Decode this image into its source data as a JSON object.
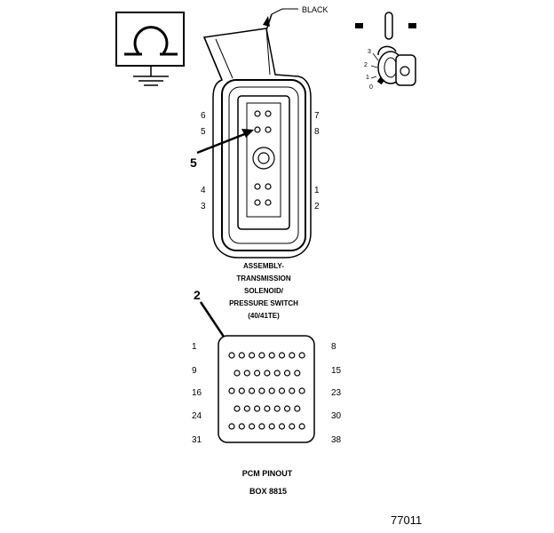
{
  "wire_color": "BLACK",
  "solenoid_pin_labels": [
    "6",
    "5",
    "4",
    "3",
    "7",
    "8",
    "1",
    "2"
  ],
  "solenoid_callout": "5",
  "solenoid_caption": [
    "ASSEMBLY-",
    "TRANSMISSION",
    "SOLENOID/",
    "PRESSURE SWITCH",
    "(40/41TE)"
  ],
  "pcm_callout": "2",
  "pcm_row_labels_left": [
    "1",
    "9",
    "16",
    "24",
    "31"
  ],
  "pcm_row_labels_right": [
    "8",
    "15",
    "23",
    "30",
    "38"
  ],
  "pcm_caption": [
    "PCM PINOUT",
    "BOX 8815"
  ],
  "ignition_positions": [
    "3",
    "2",
    "1",
    "0"
  ],
  "figure_number": "77011",
  "icons": [
    "ohmmeter-icon",
    "ground-symbol-icon",
    "ignition-key-icon"
  ]
}
